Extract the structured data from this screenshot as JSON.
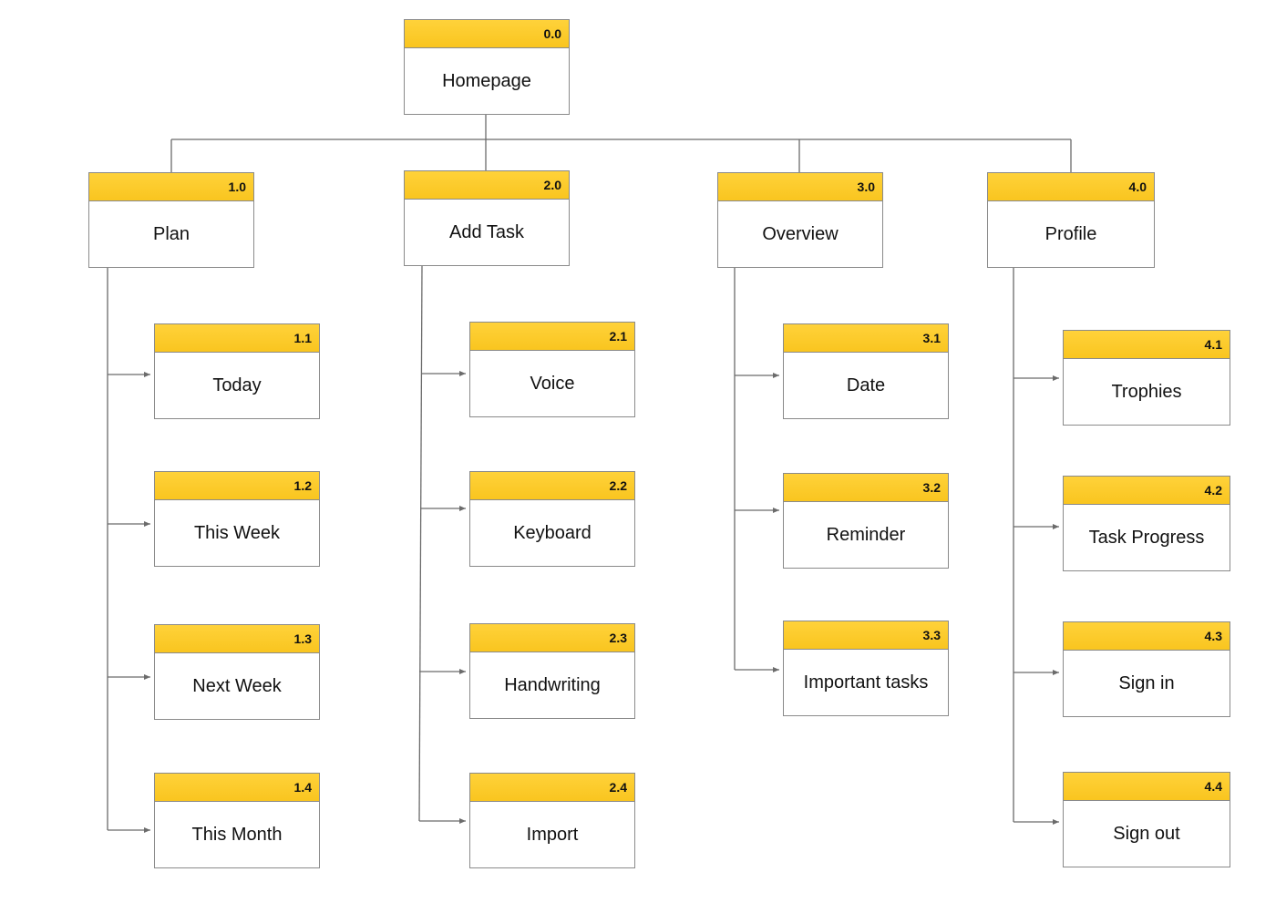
{
  "diagram": {
    "root": {
      "id": "0.0",
      "label": "Homepage"
    },
    "branches": [
      {
        "id": "1.0",
        "label": "Plan",
        "children": [
          {
            "id": "1.1",
            "label": "Today"
          },
          {
            "id": "1.2",
            "label": "This Week"
          },
          {
            "id": "1.3",
            "label": "Next Week"
          },
          {
            "id": "1.4",
            "label": "This Month"
          }
        ]
      },
      {
        "id": "2.0",
        "label": "Add Task",
        "children": [
          {
            "id": "2.1",
            "label": "Voice"
          },
          {
            "id": "2.2",
            "label": "Keyboard"
          },
          {
            "id": "2.3",
            "label": "Handwriting"
          },
          {
            "id": "2.4",
            "label": "Import"
          }
        ]
      },
      {
        "id": "3.0",
        "label": "Overview",
        "children": [
          {
            "id": "3.1",
            "label": "Date"
          },
          {
            "id": "3.2",
            "label": "Reminder"
          },
          {
            "id": "3.3",
            "label": "Important tasks"
          }
        ]
      },
      {
        "id": "4.0",
        "label": "Profile",
        "children": [
          {
            "id": "4.1",
            "label": "Trophies"
          },
          {
            "id": "4.2",
            "label": "Task Progress"
          },
          {
            "id": "4.3",
            "label": "Sign in"
          },
          {
            "id": "4.4",
            "label": "Sign out"
          }
        ]
      }
    ]
  },
  "colors": {
    "header": "#fbc92b",
    "border": "#8a8a8a",
    "connector": "#6b6b6b",
    "text": "#111111"
  }
}
